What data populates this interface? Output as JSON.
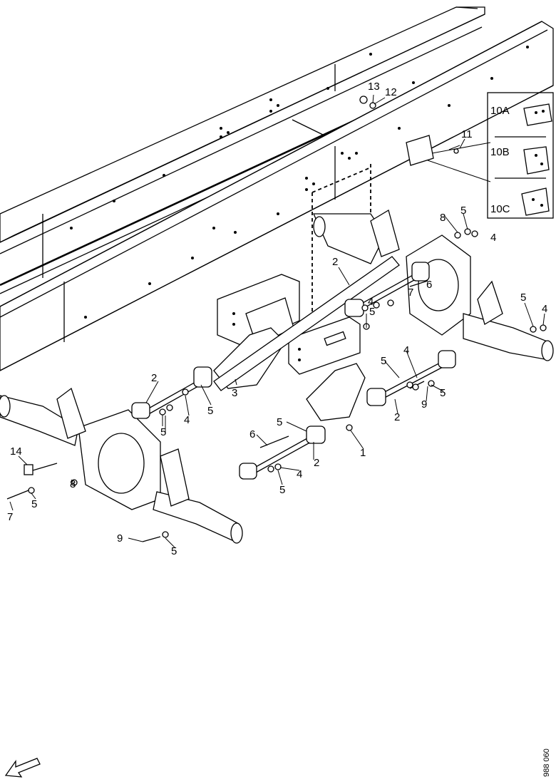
{
  "callouts": {
    "c1": "1",
    "c2a": "2",
    "c2b": "2",
    "c2c": "2",
    "c2d": "2",
    "c3": "3",
    "c4a": "4",
    "c4b": "4",
    "c4c": "4",
    "c4d": "4",
    "c4e": "4",
    "c4f": "4",
    "c5a": "5",
    "c5b": "5",
    "c5c": "5",
    "c5d": "5",
    "c5e": "5",
    "c5f": "5",
    "c5g": "5",
    "c5h": "5",
    "c5i": "5",
    "c5j": "5",
    "c5k": "5",
    "c6a": "6",
    "c6b": "6",
    "c7a": "7",
    "c7b": "7",
    "c8a": "8",
    "c8b": "8",
    "c9a": "9",
    "c9b": "9",
    "c11": "11",
    "c12": "12",
    "c13": "13",
    "c14": "14"
  },
  "variant_box": {
    "label_a": "10A",
    "label_b": "10B",
    "label_c": "10C"
  },
  "reference_number": "988 060",
  "direction_arrow": "front-direction-arrow-icon"
}
